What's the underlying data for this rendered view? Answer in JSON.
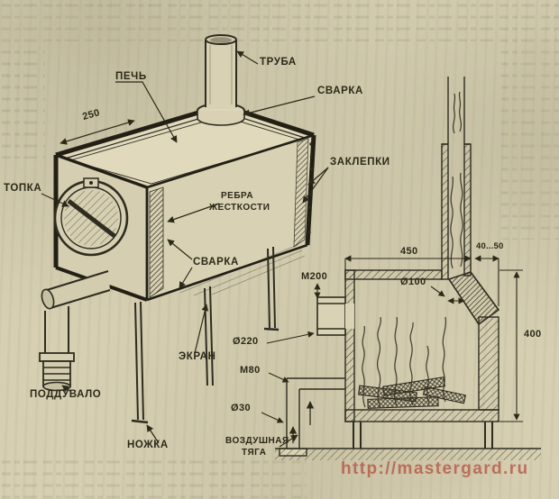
{
  "figure": {
    "watermark": "http://mastergard.ru"
  },
  "labels": {
    "stove": "ПЕЧЬ",
    "pipe": "ТРУБА",
    "weld_top": "СВАРКА",
    "rivets": "ЗАКЛЕПКИ",
    "ribs_line1": "РЕБРА",
    "ribs_line2": "ЖЕСТКОСТИ",
    "firebox_door": "ТОПКА",
    "weld_mid": "СВАРКА",
    "screen": "ЭКРАН",
    "ashpit": "ПОДДУВАЛО",
    "leg": "НОЖКА",
    "draft_line1": "ВОЗДУШНАЯ",
    "draft_line2": "ТЯГА"
  },
  "dimensions": {
    "edge_250": "250",
    "width_450": "450",
    "gap_40_50": "40...50",
    "height_400": "400",
    "m200": "М200",
    "d100": "Ø100",
    "d220": "Ø220",
    "m80": "М80",
    "d30": "Ø30"
  }
}
